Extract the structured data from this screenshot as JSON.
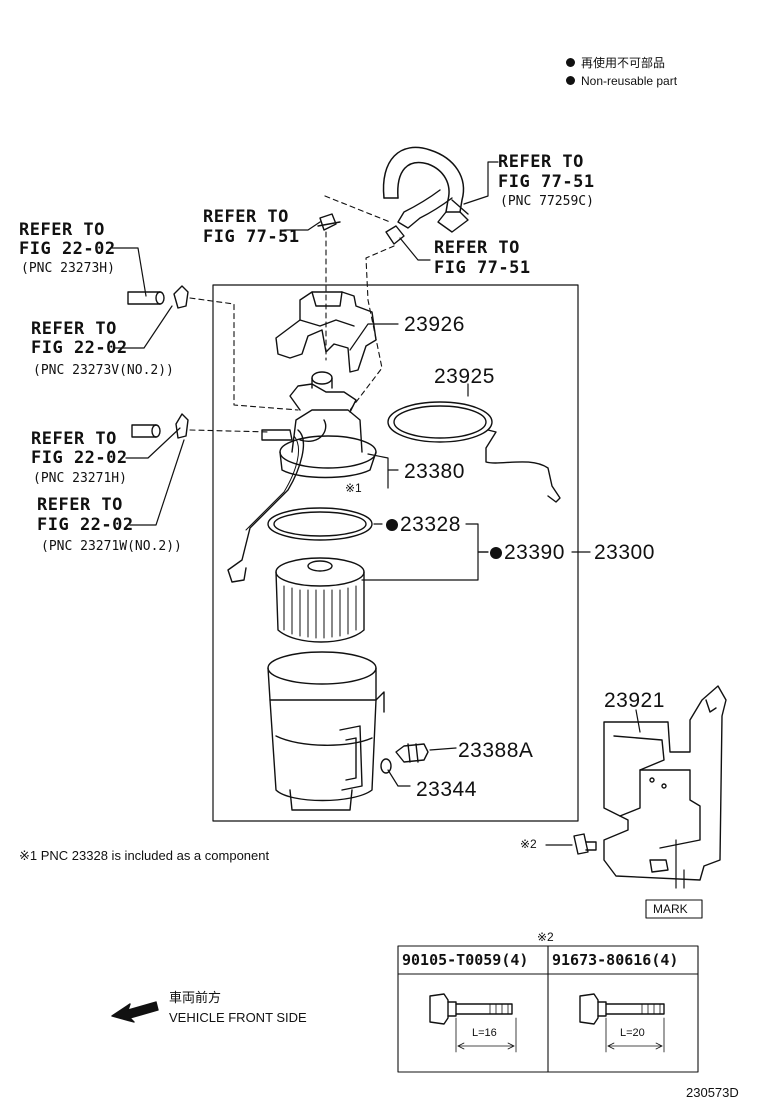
{
  "legend": {
    "jp": "再使用不可部品",
    "en": "Non-reusable part"
  },
  "refs": {
    "r1_line1": "REFER TO",
    "r1_line2": "FIG 77-51",
    "r1_pnc": "(PNC 77259C)",
    "r2_line1": "REFER TO",
    "r2_line2": "FIG 77-51",
    "r3_line1": "REFER TO",
    "r3_line2": "FIG 77-51",
    "r4_line1": "REFER TO",
    "r4_line2": "FIG 22-02",
    "r4_pnc": "(PNC 23273H)",
    "r5_line1": "REFER TO",
    "r5_line2": "FIG 22-02",
    "r5_pnc": "(PNC 23273V(NO.2))",
    "r6_line1": "REFER TO",
    "r6_line2": "FIG 22-02",
    "r6_pnc": "(PNC 23271H)",
    "r7_line1": "REFER TO",
    "r7_line2": "FIG 22-02",
    "r7_pnc": "(PNC 23271W(NO.2))"
  },
  "parts": {
    "p23926": "23926",
    "p23925": "23925",
    "p23380": "23380",
    "p23380_note": "※1",
    "p23328": "23328",
    "p23390": "23390",
    "p23300": "23300",
    "p23388A": "23388A",
    "p23344": "23344",
    "p23921": "23921",
    "mark": "MARK",
    "bolt_ref": "※2"
  },
  "footnote": "※1 PNC 23328 is included as a component",
  "bolt_table": {
    "title": "※2",
    "col1": "90105-T0059(4)",
    "col2": "91673-80616(4)",
    "len1": "L=16",
    "len2": "L=20"
  },
  "direction": {
    "jp": "車両前方",
    "en": "VEHICLE FRONT SIDE"
  },
  "diagram_id": "230573D"
}
